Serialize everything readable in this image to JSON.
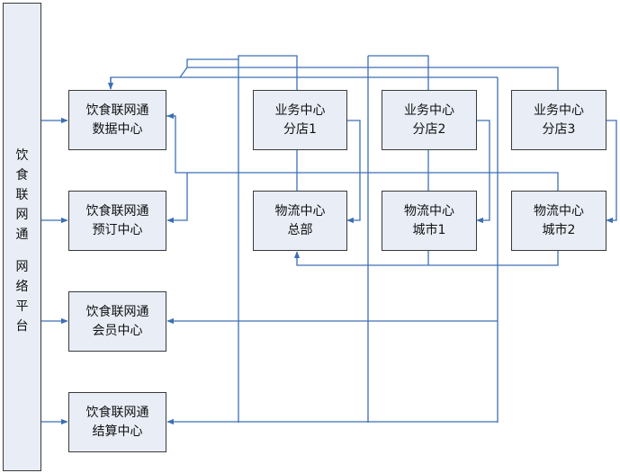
{
  "platform": {
    "title_line1": [
      "饮",
      "食",
      "联",
      "网",
      "通"
    ],
    "title_line2": [
      "网",
      "络",
      "平",
      "台"
    ]
  },
  "left_boxes": [
    {
      "line1": "饮食联网通",
      "line2": "数据中心"
    },
    {
      "line1": "饮食联网通",
      "line2": "预订中心"
    },
    {
      "line1": "饮食联网通",
      "line2": "会员中心"
    },
    {
      "line1": "饮食联网通",
      "line2": "结算中心"
    }
  ],
  "business_boxes": [
    {
      "line1": "业务中心",
      "line2": "分店1"
    },
    {
      "line1": "业务中心",
      "line2": "分店2"
    },
    {
      "line1": "业务中心",
      "line2": "分店3"
    }
  ],
  "logistics_boxes": [
    {
      "line1": "物流中心",
      "line2": "总部"
    },
    {
      "line1": "物流中心",
      "line2": "城市1"
    },
    {
      "line1": "物流中心",
      "line2": "城市2"
    }
  ],
  "colors": {
    "box_fill": "#e8edf6",
    "box_border": "#3a3a3a",
    "connector": "#3d6fb4"
  }
}
